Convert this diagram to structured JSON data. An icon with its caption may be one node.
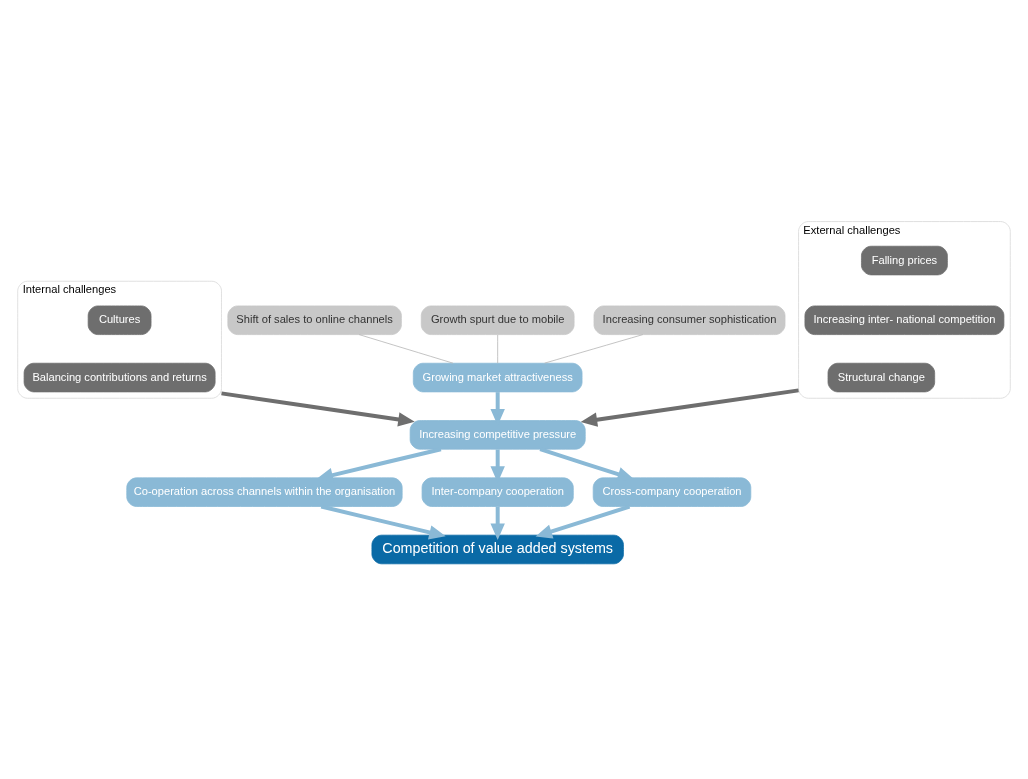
{
  "diagram": {
    "nodes": [
      {
        "text": [
          "Shift of sales to online channels"
        ]
      },
      {
        "text": [
          "Growth spurt due to mobile"
        ]
      },
      {
        "text": [
          "Increasing consumer sophistication"
        ]
      },
      {
        "text": [
          "Growing market attractiveness"
        ]
      },
      {
        "text": [
          "Internal challenges"
        ]
      },
      {
        "text": [
          "Cultures"
        ],
        "in": 4
      },
      {
        "text": [
          "Balancing contributions and returns"
        ],
        "in": 4
      },
      {
        "text": [
          "External challenges"
        ]
      },
      {
        "text": [
          "Falling prices"
        ],
        "in": 7
      },
      {
        "text": [
          "Increasing inter- national competition"
        ],
        "in": 7
      },
      {
        "text": [
          "Structural change"
        ],
        "in": 7
      },
      {
        "text": [
          "Increasing competitive pressure"
        ]
      },
      {
        "text": [
          "Co-operation across channels within the organisation"
        ]
      },
      {
        "text": [
          "Inter-company cooperation"
        ]
      },
      {
        "text": [
          "Cross-company cooperation"
        ]
      },
      {
        "text": [
          "Competition of value added systems"
        ]
      }
    ],
    "edges": [
      {
        "from": 0,
        "to": 3,
        "arrow": "none",
        "color": "#b4b4b4"
      },
      {
        "from": 1,
        "to": 3,
        "arrow": "none",
        "color": "#b4b4b4"
      },
      {
        "from": 2,
        "to": 3,
        "arrow": "none",
        "color": "#b4b4b4"
      },
      {
        "from": 3,
        "to": 11,
        "arrow": "to"
      },
      {
        "from": 4,
        "to": 11,
        "arrow": "to",
        "color": "#6e6e6e"
      },
      {
        "from": 7,
        "to": 11,
        "arrow": "to",
        "color": "#6e6e6e"
      },
      {
        "from": 11,
        "to": 12,
        "arrow": "to"
      },
      {
        "from": 11,
        "to": 13,
        "arrow": "to"
      },
      {
        "from": 11,
        "to": 14,
        "arrow": "to"
      },
      {
        "from": 12,
        "to": 15,
        "arrow": "to"
      },
      {
        "from": 13,
        "to": 15,
        "arrow": "to"
      },
      {
        "from": 14,
        "to": 15,
        "arrow": "to"
      }
    ]
  }
}
